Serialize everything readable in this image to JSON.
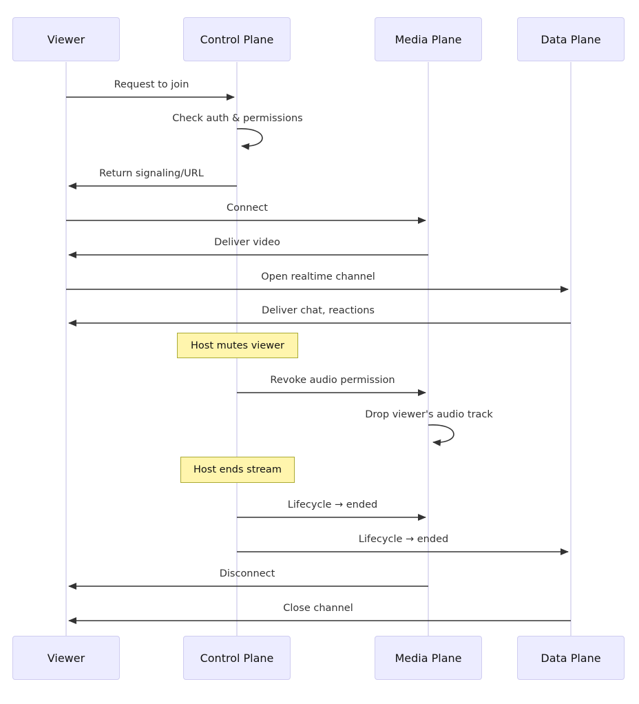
{
  "diagram": {
    "type": "sequence-diagram",
    "actors": [
      {
        "name": "Viewer"
      },
      {
        "name": "Control Plane"
      },
      {
        "name": "Media Plane"
      },
      {
        "name": "Data Plane"
      }
    ],
    "messages": [
      {
        "from": "Viewer",
        "to": "Control Plane",
        "label": "Request to join",
        "type": "arrow"
      },
      {
        "from": "Control Plane",
        "to": "Control Plane",
        "label": "Check auth & permissions",
        "type": "self-loop"
      },
      {
        "from": "Control Plane",
        "to": "Viewer",
        "label": "Return signaling/URL",
        "type": "arrow"
      },
      {
        "from": "Viewer",
        "to": "Media Plane",
        "label": "Connect",
        "type": "arrow"
      },
      {
        "from": "Media Plane",
        "to": "Viewer",
        "label": "Deliver video",
        "type": "arrow"
      },
      {
        "from": "Viewer",
        "to": "Data Plane",
        "label": "Open realtime channel",
        "type": "arrow"
      },
      {
        "from": "Data Plane",
        "to": "Viewer",
        "label": "Deliver chat, reactions",
        "type": "arrow"
      },
      {
        "over": "Control Plane",
        "label": "Host mutes viewer",
        "type": "note"
      },
      {
        "from": "Control Plane",
        "to": "Media Plane",
        "label": "Revoke audio permission",
        "type": "arrow"
      },
      {
        "from": "Media Plane",
        "to": "Media Plane",
        "label": "Drop viewer's audio track",
        "type": "self-loop"
      },
      {
        "over": "Control Plane",
        "label": "Host ends stream",
        "type": "note"
      },
      {
        "from": "Control Plane",
        "to": "Media Plane",
        "label": "Lifecycle → ended",
        "type": "arrow"
      },
      {
        "from": "Control Plane",
        "to": "Data Plane",
        "label": "Lifecycle → ended",
        "type": "arrow"
      },
      {
        "from": "Media Plane",
        "to": "Viewer",
        "label": "Disconnect",
        "type": "arrow"
      },
      {
        "from": "Data Plane",
        "to": "Viewer",
        "label": "Close channel",
        "type": "arrow"
      }
    ],
    "colors": {
      "actor_fill": "#ECECFF",
      "actor_border": "#CFCCF0",
      "note_fill": "#FFF5AD",
      "note_border": "#AAAA33",
      "lifeline": "#D8D5EE",
      "line": "#333333",
      "text": "#333333"
    }
  }
}
